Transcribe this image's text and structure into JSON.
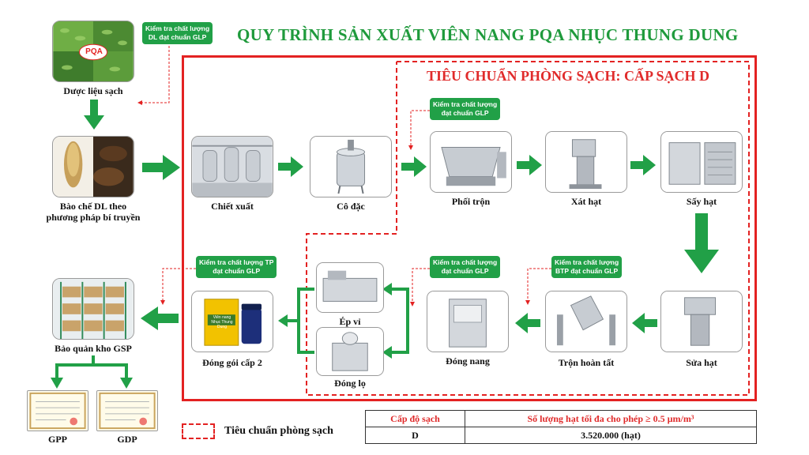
{
  "title": "QUY TRÌNH SẢN XUẤT VIÊN NANG PQA NHỤC THUNG DUNG",
  "clean_standard_title": "TIÊU CHUẨN PHÒNG SẠCH: CẤP SẠCH D",
  "logo_text": "PQA",
  "qc_labels": {
    "raw": [
      "Kiểm tra chất lượng",
      "DL đạt chuẩn GLP"
    ],
    "mix": [
      "Kiểm tra chất lượng",
      "đạt chuẩn GLP"
    ],
    "capsule": [
      "Kiểm tra chất lượng",
      "đạt chuẩn GLP"
    ],
    "semi": [
      "Kiểm tra chất lượng",
      "BTP đạt chuẩn GLP"
    ],
    "final": [
      "Kiểm tra chất lượng TP",
      "đạt chuẩn GLP"
    ]
  },
  "steps": {
    "raw_herbs": "Dược liệu sạch",
    "traditional": [
      "Bào chế DL theo",
      "phương pháp bí truyền"
    ],
    "extract": "Chiết xuất",
    "concentrate": "Cô đặc",
    "mixing": "Phối trộn",
    "granulating": "Xát hạt",
    "drying": "Sấy hạt",
    "sizing": "Sửa hạt",
    "final_mixing": "Trộn hoàn tất",
    "capsule_filling": "Đóng nang",
    "blister": "Ép vỉ",
    "bottling": "Đóng lọ",
    "packaging": "Đóng gói cấp 2",
    "storage": "Bảo quản kho GSP"
  },
  "product_box_text": [
    "Viên nang",
    "Nhục Thung Dung"
  ],
  "certificates": [
    "GPP",
    "GDP"
  ],
  "legend_label": "Tiêu chuẩn phòng sạch",
  "table": {
    "headers": [
      "Cấp độ sạch",
      "Số lượng hạt tối đa cho phép ≥ 0.5 µm/m³"
    ],
    "row": [
      "D",
      "3.520.000 (hạt)"
    ]
  },
  "colors": {
    "green": "#21a047",
    "red": "#e32222",
    "title_green": "#1f9a3c"
  }
}
